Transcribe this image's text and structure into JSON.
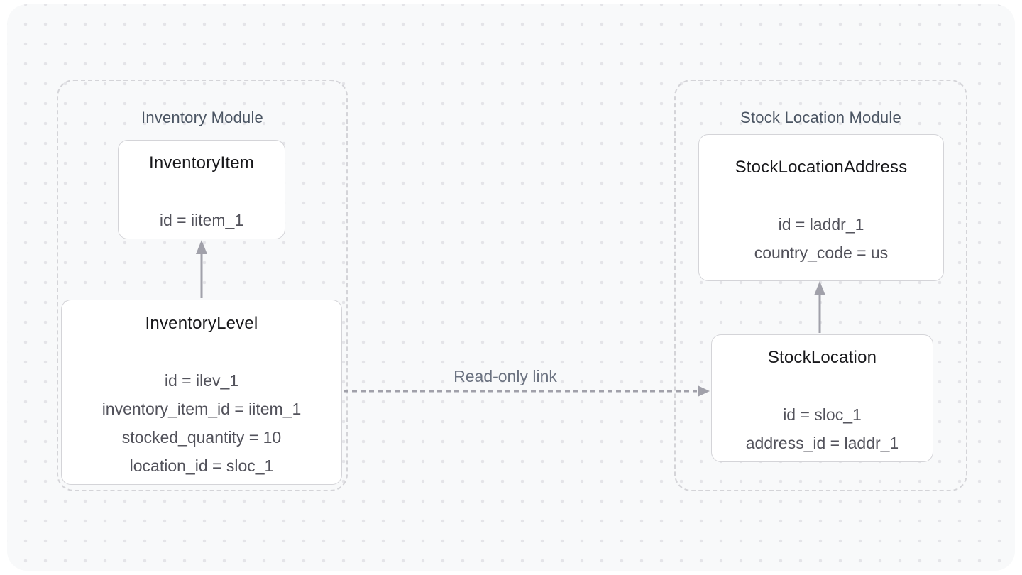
{
  "modules": [
    {
      "label": "Inventory Module",
      "entities": [
        {
          "title": "InventoryItem",
          "attributes": [
            "id = iitem_1"
          ]
        },
        {
          "title": "InventoryLevel",
          "attributes": [
            "id = ilev_1",
            "inventory_item_id = iitem_1",
            "stocked_quantity = 10",
            "location_id = sloc_1"
          ]
        }
      ]
    },
    {
      "label": "Stock Location Module",
      "entities": [
        {
          "title": "StockLocationAddress",
          "attributes": [
            "id = laddr_1",
            "country_code = us"
          ]
        },
        {
          "title": "StockLocation",
          "attributes": [
            "id = sloc_1",
            "address_id = laddr_1"
          ]
        }
      ]
    }
  ],
  "arrows": [
    {
      "from": "InventoryLevel",
      "to": "InventoryItem",
      "style": "solid",
      "label": ""
    },
    {
      "from": "StockLocation",
      "to": "StockLocationAddress",
      "style": "solid",
      "label": ""
    },
    {
      "from": "InventoryLevel",
      "to": "StockLocation",
      "style": "dashed",
      "label": "Read-only link"
    }
  ],
  "colors": {
    "canvas_background": "#f8f9fa",
    "dot_grid": "#e4e4e8",
    "module_border": "#d4d4d8",
    "card_border": "#d4d4d8",
    "entity_title_text": "#18181b",
    "attribute_text": "#52525b",
    "module_title_text": "#4b5563",
    "link_label_text": "#6b7280",
    "arrow": "#a1a1aa"
  }
}
